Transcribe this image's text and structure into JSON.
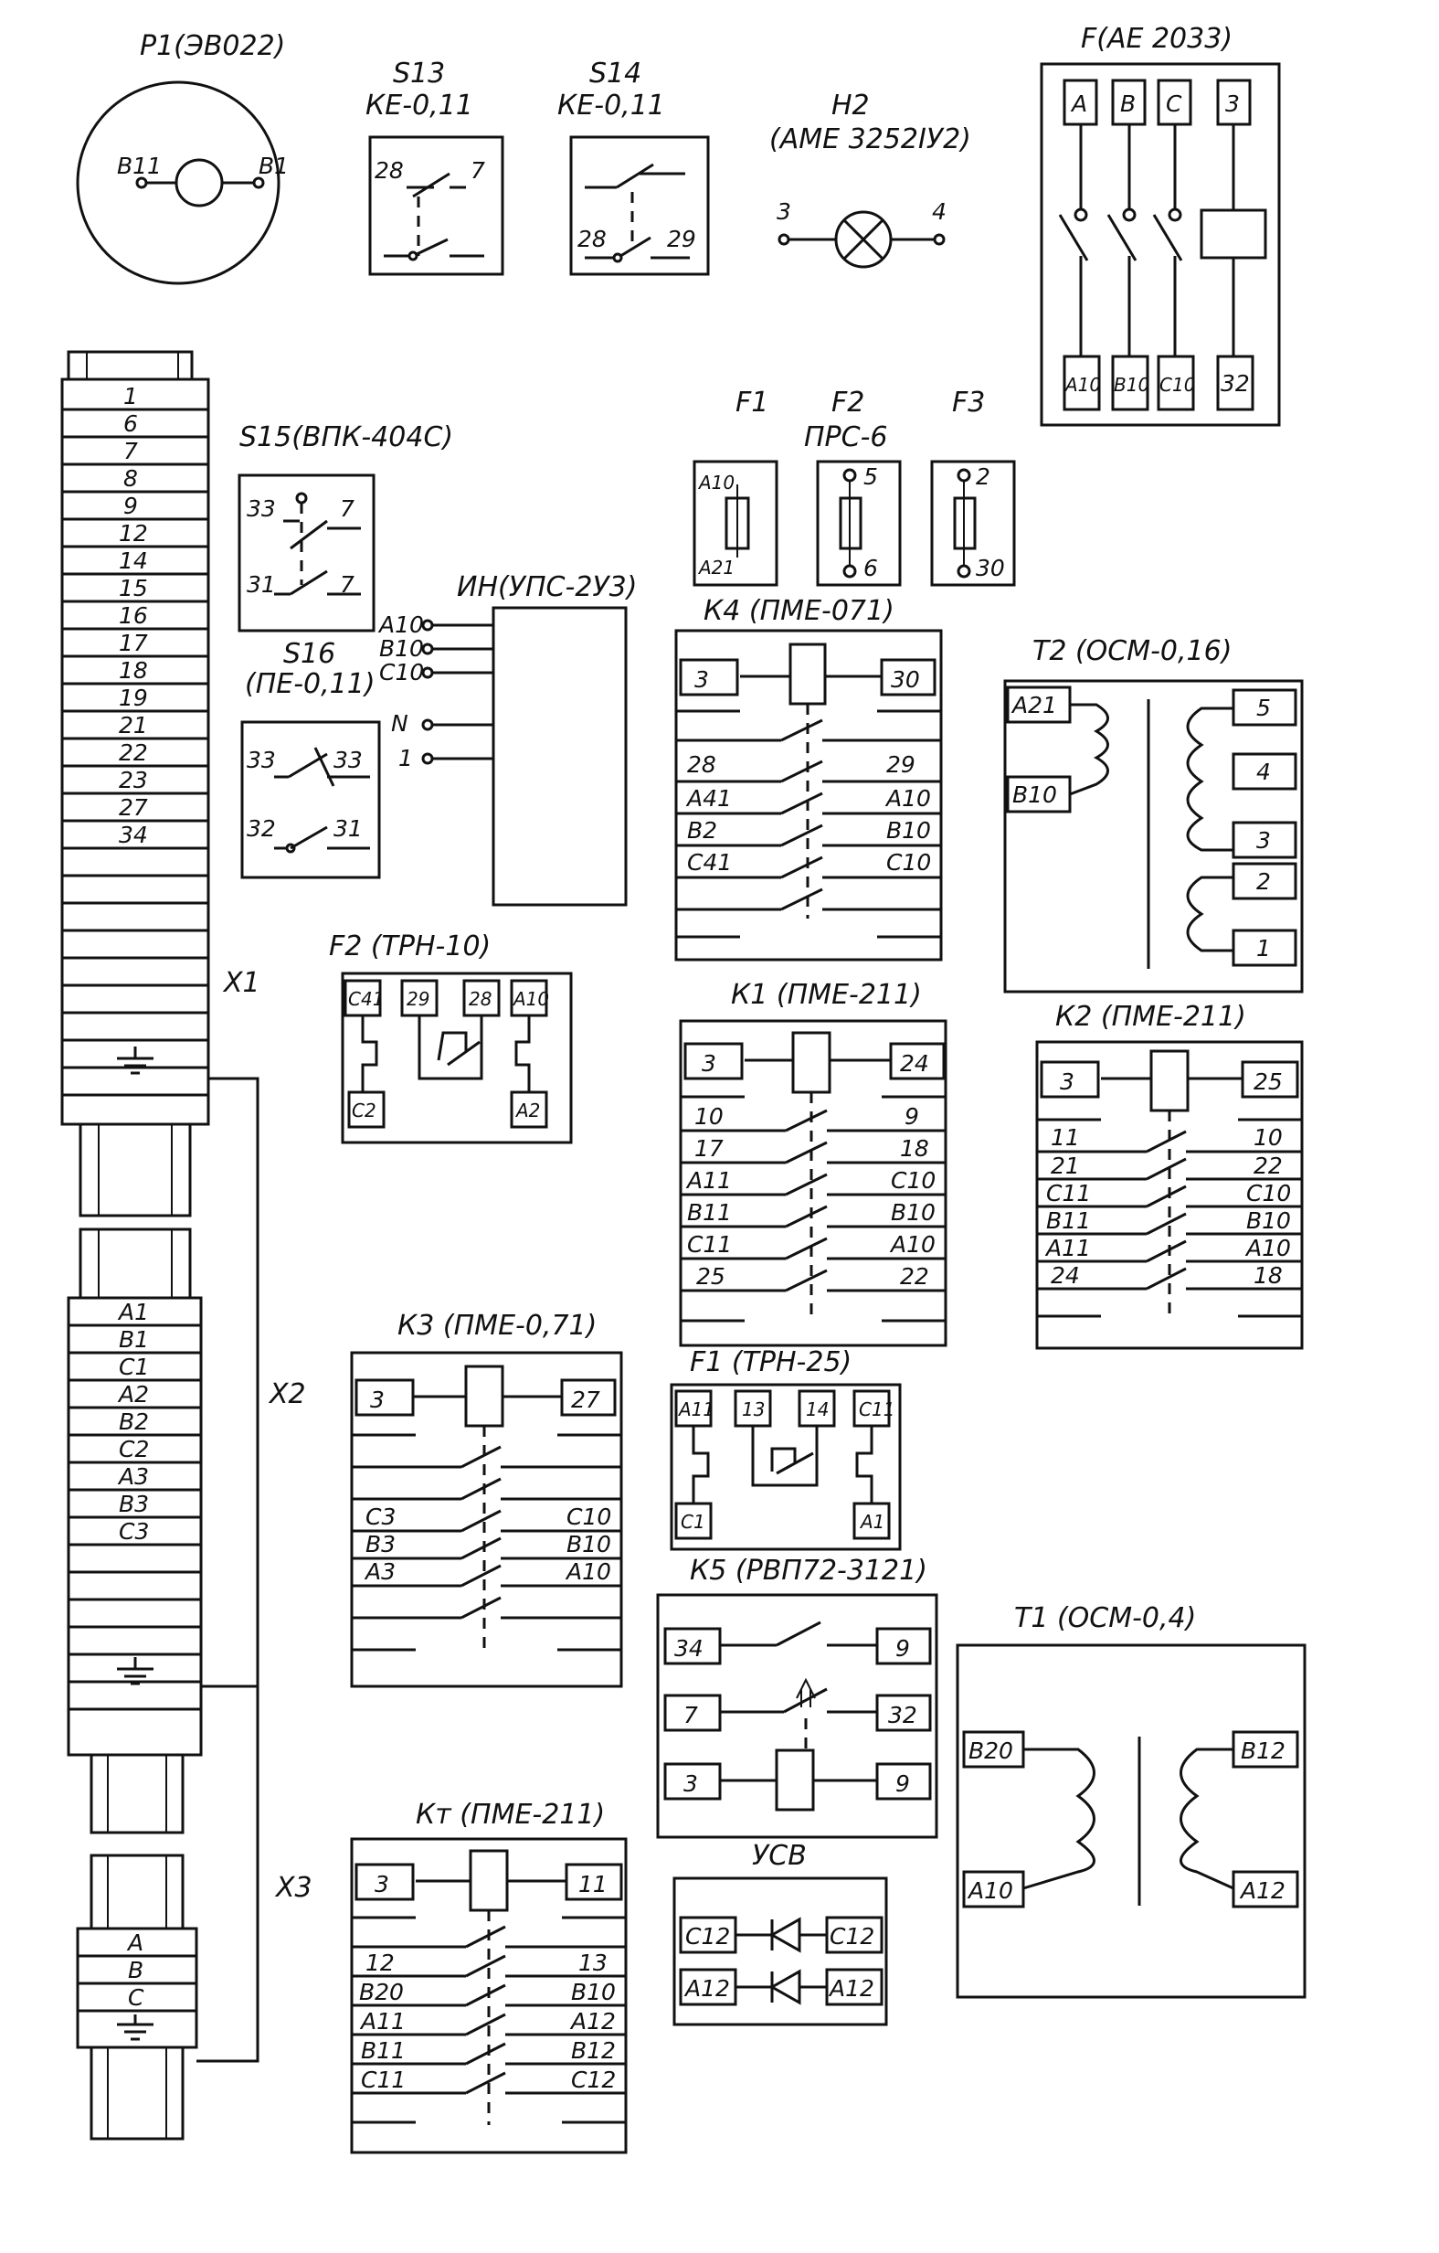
{
  "p1": {
    "title": "P1(ЭВ022)",
    "left": "B11",
    "right": "B1"
  },
  "s13": {
    "title": "S13",
    "type": "КЕ-0,11",
    "t1": "28",
    "t2": "7"
  },
  "s14": {
    "title": "S14",
    "type": "КЕ-0,11",
    "t1": "28",
    "t2": "29"
  },
  "h2": {
    "title": "H2",
    "type": "(АМЕ 3252IУ2)",
    "t1": "3",
    "t2": "4"
  },
  "f_breaker": {
    "title": "F(АЕ 2033)",
    "top": [
      "A",
      "B",
      "C",
      "3"
    ],
    "bottom": [
      "A10",
      "B10",
      "C10",
      "32"
    ]
  },
  "x1": {
    "label": "X1",
    "terminals": [
      "1",
      "6",
      "7",
      "8",
      "9",
      "12",
      "14",
      "15",
      "16",
      "17",
      "18",
      "19",
      "21",
      "22",
      "23",
      "27",
      "34"
    ]
  },
  "x2": {
    "label": "X2",
    "terminals": [
      "A1",
      "B1",
      "C1",
      "A2",
      "B2",
      "C2",
      "A3",
      "B3",
      "C3"
    ]
  },
  "x3": {
    "label": "X3",
    "terminals": [
      "A",
      "B",
      "C"
    ]
  },
  "s15": {
    "title": "S15(ВПК-404С)",
    "r1": [
      "33",
      "7"
    ],
    "r2": [
      "31",
      "7"
    ]
  },
  "s16": {
    "title": "S16",
    "type": "(ПЕ-0,11)",
    "r1": [
      "33",
      "33"
    ],
    "r2": [
      "32",
      "31"
    ]
  },
  "fuses": {
    "f1": {
      "label": "F1",
      "top": "A10",
      "bottom": "A21"
    },
    "f2": {
      "label": "F2",
      "type": "ПРС-6",
      "top": "5",
      "bottom": "6"
    },
    "f3": {
      "label": "F3",
      "top": "2",
      "bottom": "30"
    }
  },
  "in_block": {
    "title": "ИН(УПС-2У3)",
    "inputs": [
      "A10",
      "B10",
      "C10",
      "N",
      "1"
    ]
  },
  "k4": {
    "title": "К4 (ПМЕ-071)",
    "left": [
      "3",
      "",
      "28",
      "A41",
      "B2",
      "C41",
      "",
      ""
    ],
    "right": [
      "30",
      "",
      "29",
      "A10",
      "B10",
      "C10",
      "",
      ""
    ]
  },
  "t2": {
    "title": "Т2 (ОСМ-0,16)",
    "left": [
      "A21",
      "B10"
    ],
    "right": [
      "5",
      "4",
      "3",
      "2",
      "1"
    ]
  },
  "f2_relay": {
    "title": "F2 (ТРН-10)",
    "top": [
      "C41",
      "29",
      "28",
      "A10"
    ],
    "bottom": [
      "C2",
      "A2"
    ]
  },
  "k1": {
    "title": "К1 (ПМЕ-211)",
    "left": [
      "3",
      "",
      "10",
      "17",
      "A11",
      "B11",
      "C11",
      "25",
      ""
    ],
    "right": [
      "24",
      "",
      "9",
      "18",
      "C10",
      "B10",
      "A10",
      "22",
      ""
    ]
  },
  "k2": {
    "title": "К2 (ПМЕ-211)",
    "left": [
      "3",
      "",
      "11",
      "21",
      "C11",
      "B11",
      "A11",
      "24",
      ""
    ],
    "right": [
      "25",
      "",
      "10",
      "22",
      "C10",
      "B10",
      "A10",
      "18",
      ""
    ]
  },
  "k3": {
    "title": "К3 (ПМЕ-0,71)",
    "left": [
      "3",
      "",
      "",
      "",
      "C3",
      "B3",
      "A3",
      "",
      ""
    ],
    "right": [
      "27",
      "",
      "",
      "",
      "C10",
      "B10",
      "A10",
      "",
      ""
    ]
  },
  "f1_relay": {
    "title": "F1 (ТРН-25)",
    "top": [
      "A11",
      "13",
      "14",
      "C11"
    ],
    "bottom": [
      "C1",
      "A1"
    ]
  },
  "k5": {
    "title": "К5 (РВП72-3121)",
    "left": [
      "34",
      "7",
      "3"
    ],
    "right": [
      "9",
      "32",
      "9"
    ]
  },
  "t1": {
    "title": "Т1 (ОСМ-0,4)",
    "left": [
      "B20",
      "A10"
    ],
    "right": [
      "B12",
      "A12"
    ]
  },
  "kt": {
    "title": "Кт (ПМЕ-211)",
    "left": [
      "3",
      "",
      "12",
      "B20",
      "A11",
      "B11",
      "C11",
      ""
    ],
    "right": [
      "11",
      "",
      "13",
      "B10",
      "A12",
      "B12",
      "C12",
      ""
    ]
  },
  "ucv": {
    "title": "УСВ",
    "left": [
      "C12",
      "A12"
    ],
    "right": [
      "C12",
      "A12"
    ]
  }
}
